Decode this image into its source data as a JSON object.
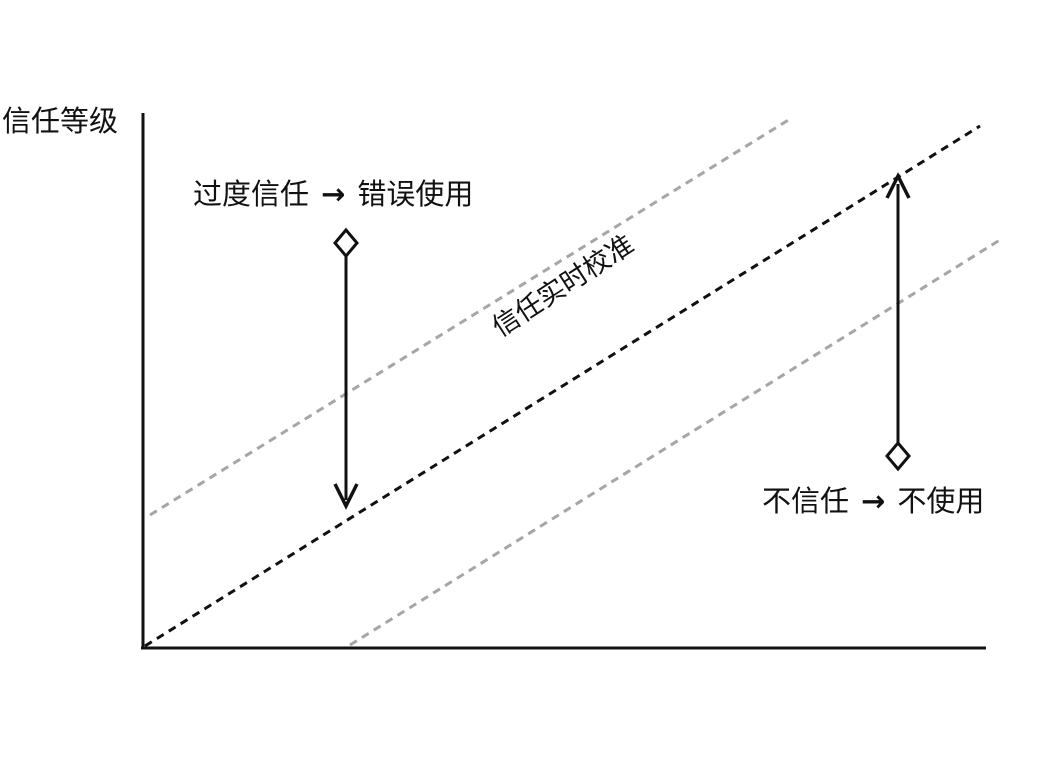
{
  "diagram": {
    "y_axis_label": "信任等级",
    "calibration_label": "信任实时校准",
    "over_trust": {
      "cause": "过度信任",
      "arrow": "→",
      "effect": "错误使用"
    },
    "distrust": {
      "cause": "不信任",
      "arrow": "→",
      "effect": "不使用"
    },
    "colors": {
      "axis": "#111111",
      "calibration_line": "#111111",
      "tolerance_lines": "#a6a6a6",
      "arrows": "#111111",
      "background": "#ffffff"
    }
  }
}
